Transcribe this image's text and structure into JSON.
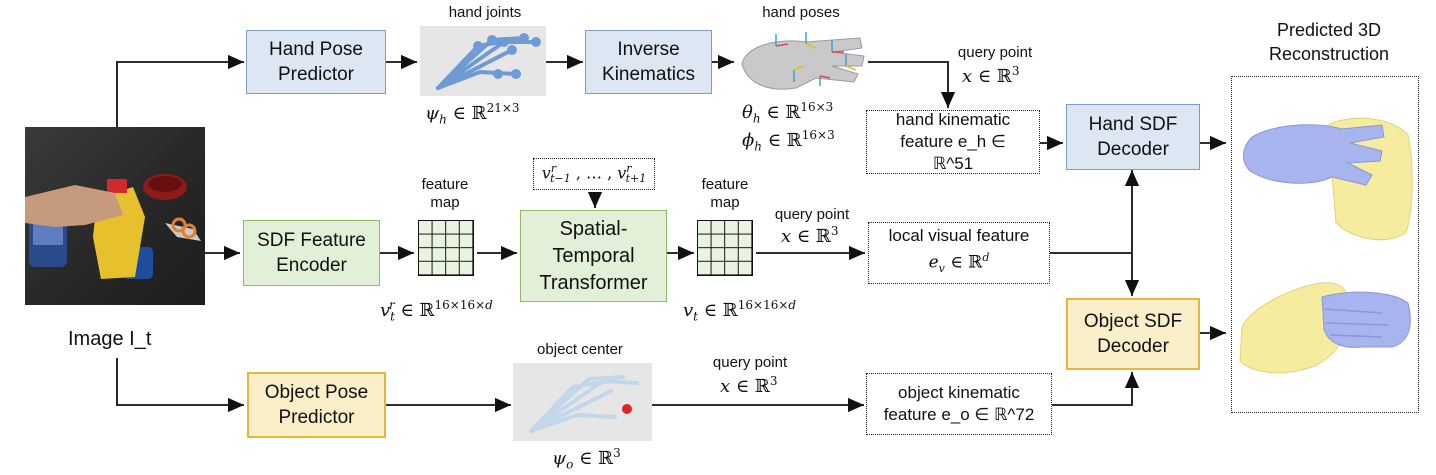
{
  "image_label": "Image I_t",
  "boxes": {
    "hand_pose": "Hand Pose Predictor",
    "inverse_kinematics": "Inverse Kinematics",
    "sdf_encoder": "SDF Feature Encoder",
    "st_transformer": "Spatial- Temporal Transformer",
    "object_pose": "Object Pose Predictor",
    "hand_sdf": "Hand SDF Decoder",
    "object_sdf": "Object SDF Decoder"
  },
  "labels": {
    "hand_joints": "hand joints",
    "hand_poses": "hand poses",
    "object_center": "object center",
    "feature_map_1": "feature map",
    "feature_map_2": "feature map",
    "query_point_1": "query point",
    "query_point_2": "query point",
    "query_point_3": "query point",
    "hand_kin_feature": "hand kinematic feature e_h ∈ ℝ^51",
    "local_visual_feature": "local visual feature",
    "object_kin_feature": "object kinematic feature e_o ∈ ℝ^72",
    "predicted": "Predicted 3D Reconstruction"
  },
  "math": {
    "psi_h": "ψh ∈ ℝ21×3",
    "theta_h": "θh ∈ ℝ16×3",
    "phi_h": "ϕh ∈ ℝ16×3",
    "x_r3": "x ∈ ℝ3",
    "v_ref": "vtr ∈ ℝ16×16×d",
    "v_t": "vt ∈ ℝ16×16×d",
    "v_window": "vrt−1 , … , vrt+1",
    "e_v": "ev ∈ ℝd",
    "psi_o": "ψo ∈ ℝ3"
  }
}
